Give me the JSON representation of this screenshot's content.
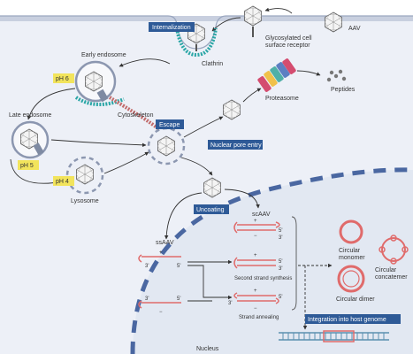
{
  "labels": {
    "aav": "AAV",
    "receptor_line1": "Glycosylated cell",
    "receptor_line2": "surface receptor",
    "clathrin": "Clathrin",
    "early_endosome": "Early endosome",
    "cytoskeleton": "Cytoskeleton",
    "late_endosome": "Late endosome",
    "lysosome": "Lysosome",
    "proteasome": "Proteasome",
    "peptides": "Peptides",
    "nucleus": "Nucleus",
    "scaav": "scAAV",
    "ssaav": "ssAAV",
    "second_strand": "Second strand synthesis",
    "strand_annealing": "Strand annealing",
    "circular_monomer_1": "Circular",
    "circular_monomer_2": "monomer",
    "circular_concatemer_1": "Circular",
    "circular_concatemer_2": "concatemer",
    "circular_dimer": "Circular dimer"
  },
  "tags": {
    "internalization": "Internalization",
    "escape": "Escape",
    "nuclear_pore_entry": "Nuclear pore entry",
    "uncoating": "Uncoating",
    "integration": "Integration into host genome"
  },
  "ph": {
    "ph6": "pH 6",
    "ph5": "pH 5",
    "ph4": "pH 4"
  },
  "ends": {
    "three": "3'",
    "five": "5'",
    "plus": "+",
    "minus": "−"
  },
  "colors": {
    "tag_blue": "#2e5a97",
    "ph_yellow": "#f2e45c",
    "membrane": "#c8cfdf",
    "nucleus_fill": "#e2e8f2",
    "strand_pink": "#e06b6b",
    "clathrin_teal": "#2aa6a6"
  }
}
